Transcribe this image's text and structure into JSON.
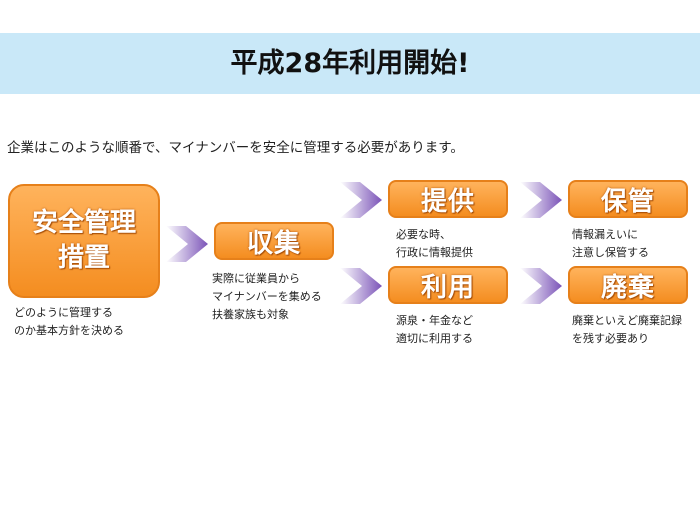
{
  "banner": {
    "title": "平成28年利用開始!"
  },
  "intro": "企業はこのような順番で、マイナンバーを安全に管理する必要があります。",
  "steps": {
    "safety": {
      "title_line1": "安全管理",
      "title_line2": "措置",
      "desc_line1": "どのように管理する",
      "desc_line2": "のか基本方針を決める"
    },
    "collect": {
      "title": "収集",
      "desc_line1": "実際に従業員から",
      "desc_line2": "マイナンバーを集める",
      "desc_line3": "扶養家族も対象"
    },
    "provide": {
      "title": "提供",
      "desc_line1": "必要な時、",
      "desc_line2": "行政に情報提供"
    },
    "use": {
      "title": "利用",
      "desc_line1": "源泉・年金など",
      "desc_line2": "適切に利用する"
    },
    "keep": {
      "title": "保管",
      "desc_line1": "情報漏えいに",
      "desc_line2": "注意し保管する"
    },
    "discard": {
      "title": "廃棄",
      "desc_line1": "廃棄といえど廃棄記録",
      "desc_line2": "を残す必要あり"
    }
  },
  "colors": {
    "banner_bg": "#c9e8f8",
    "box_orange": "#f48d20",
    "arrow_purple": "#7b54b8"
  }
}
